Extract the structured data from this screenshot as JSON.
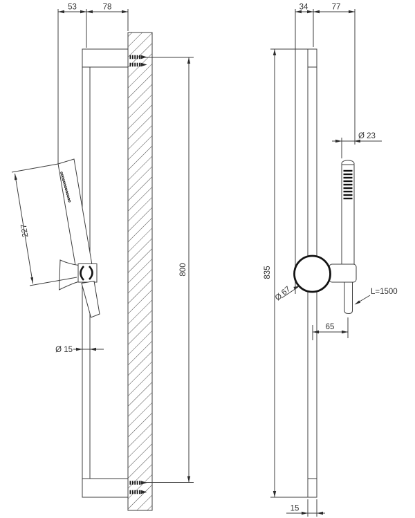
{
  "drawing": {
    "left_view": {
      "front_offset": "53",
      "wall_offset": "78",
      "handset_length": "227",
      "rail_diameter": "Ø 15",
      "fixing_centers": "800"
    },
    "right_view": {
      "wall_clearance": "34",
      "overall_depth": "77",
      "handset_diameter": "Ø 23",
      "holder_diameter": "Ø 67",
      "hose_offset": "65",
      "hose_length": "L=1500",
      "overall_height": "835",
      "rail_width": "15"
    }
  }
}
